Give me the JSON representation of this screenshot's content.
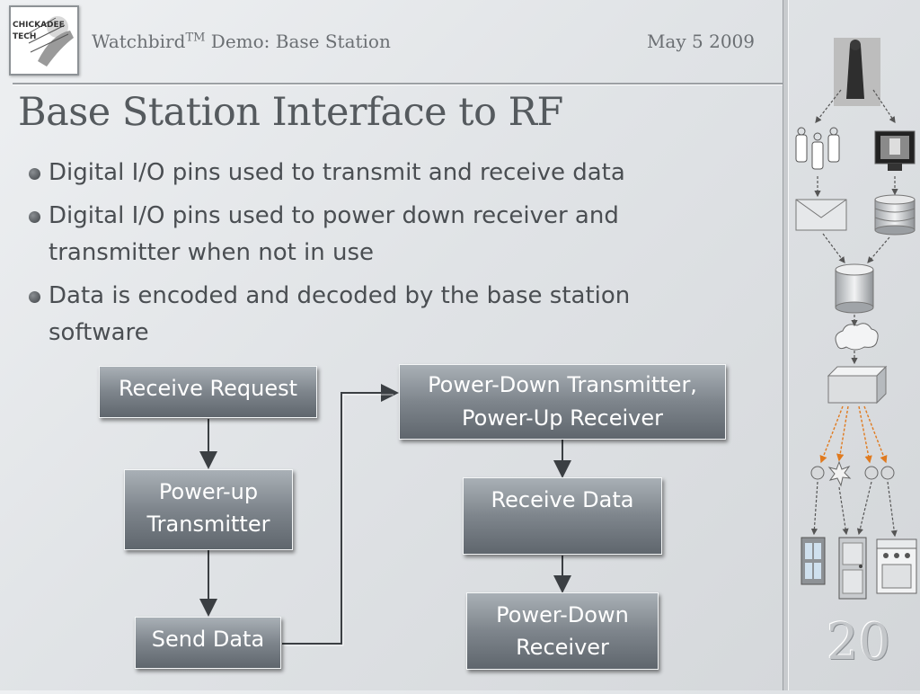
{
  "header": {
    "logo_text": [
      "CHICKADEE",
      "TECH"
    ],
    "title": "Watchbird",
    "title_mark": "TM",
    "title_rest": " Demo: Base Station",
    "date": "May 5 2009"
  },
  "page_title": "Base Station Interface to RF",
  "bullets": [
    "Digital I/O pins used to transmit and receive data",
    "Digital I/O pins used to power down receiver and transmitter when not in use",
    "Data is encoded and decoded by the base station software"
  ],
  "flowchart": {
    "receive_request": "Receive Request",
    "power_up_transmitter": "Power-up Transmitter",
    "send_data": "Send Data",
    "power_down_tx_up_rx": "Power-Down Transmitter, Power-Up Receiver",
    "receive_data": "Receive Data",
    "power_down_receiver": "Power-Down Receiver"
  },
  "sidebar": {
    "icons": [
      "person-photo-icon",
      "sensor-tags-icon",
      "computer-monitor-icon",
      "envelope-icon",
      "database-icon",
      "server-cylinder-icon",
      "cloud-icon",
      "base-station-box-icon",
      "sensor-nodes-icon",
      "window-icon",
      "door-icon",
      "stove-icon"
    ]
  },
  "page_number": "20"
}
